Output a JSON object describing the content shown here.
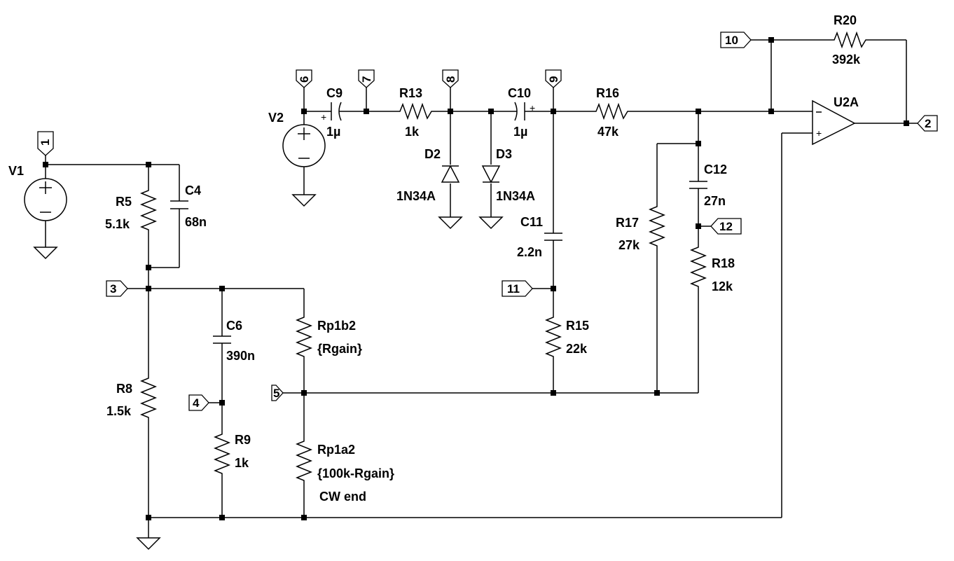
{
  "schematic": {
    "sources": [
      {
        "id": "V1",
        "label": "V1"
      },
      {
        "id": "V2",
        "label": "V2"
      }
    ],
    "components": [
      {
        "id": "R5",
        "name": "R5",
        "value": "5.1k"
      },
      {
        "id": "C4",
        "name": "C4",
        "value": "68n"
      },
      {
        "id": "R8",
        "name": "R8",
        "value": "1.5k"
      },
      {
        "id": "C6",
        "name": "C6",
        "value": "390n"
      },
      {
        "id": "R9",
        "name": "R9",
        "value": "1k"
      },
      {
        "id": "Rp1b2",
        "name": "Rp1b2",
        "value": "{Rgain}"
      },
      {
        "id": "Rp1a2",
        "name": "Rp1a2",
        "value": "{100k-Rgain}",
        "note": "CW end"
      },
      {
        "id": "C9",
        "name": "C9",
        "value": "1µ"
      },
      {
        "id": "R13",
        "name": "R13",
        "value": "1k"
      },
      {
        "id": "D2",
        "name": "D2",
        "value": "1N34A"
      },
      {
        "id": "D3",
        "name": "D3",
        "value": "1N34A"
      },
      {
        "id": "C10",
        "name": "C10",
        "value": "1µ"
      },
      {
        "id": "C11",
        "name": "C11",
        "value": "2.2n"
      },
      {
        "id": "R15",
        "name": "R15",
        "value": "22k"
      },
      {
        "id": "R16",
        "name": "R16",
        "value": "47k"
      },
      {
        "id": "R17",
        "name": "R17",
        "value": "27k"
      },
      {
        "id": "C12",
        "name": "C12",
        "value": "27n"
      },
      {
        "id": "R18",
        "name": "R18",
        "value": "12k"
      },
      {
        "id": "R20",
        "name": "R20",
        "value": "392k"
      },
      {
        "id": "U2A",
        "name": "U2A",
        "value": ""
      }
    ],
    "net_flags": [
      "1",
      "2",
      "3",
      "4",
      "5",
      "6",
      "7",
      "8",
      "9",
      "10",
      "11",
      "12"
    ],
    "symbols": {
      "plus": "+",
      "minus": "−",
      "opamp_plus": "+",
      "opamp_minus": "−"
    }
  }
}
